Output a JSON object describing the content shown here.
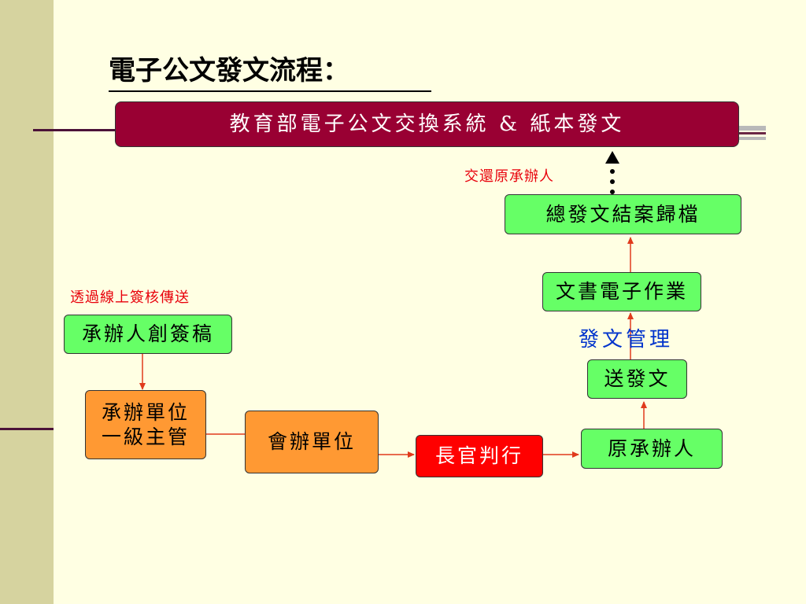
{
  "title": "電子公文發文流程：",
  "banner": "教育部電子公文交換系統 & 紙本發文",
  "notes": {
    "return": "交還原承辦人",
    "online": "透過線上簽核傳送",
    "management": "發文管理"
  },
  "boxes": {
    "archive": "總發文結案歸檔",
    "e_document": "文書電子作業",
    "dispatch": "送發文",
    "original_handler": "原承辦人",
    "draft": "承辦人創簽稿",
    "supervisor_line1": "承辦單位",
    "supervisor_line2": "一級主管",
    "co_sign": "會辦單位",
    "approval": "長官判行"
  },
  "colors": {
    "background": "#ffffe3",
    "sidebar": "#d6d39f",
    "banner": "#990033",
    "green": "#66ff66",
    "orange": "#ff9933",
    "red": "#ff0000",
    "arrow": "#e03a1c",
    "note_red": "#e8000b",
    "management_blue": "#0033cc"
  }
}
